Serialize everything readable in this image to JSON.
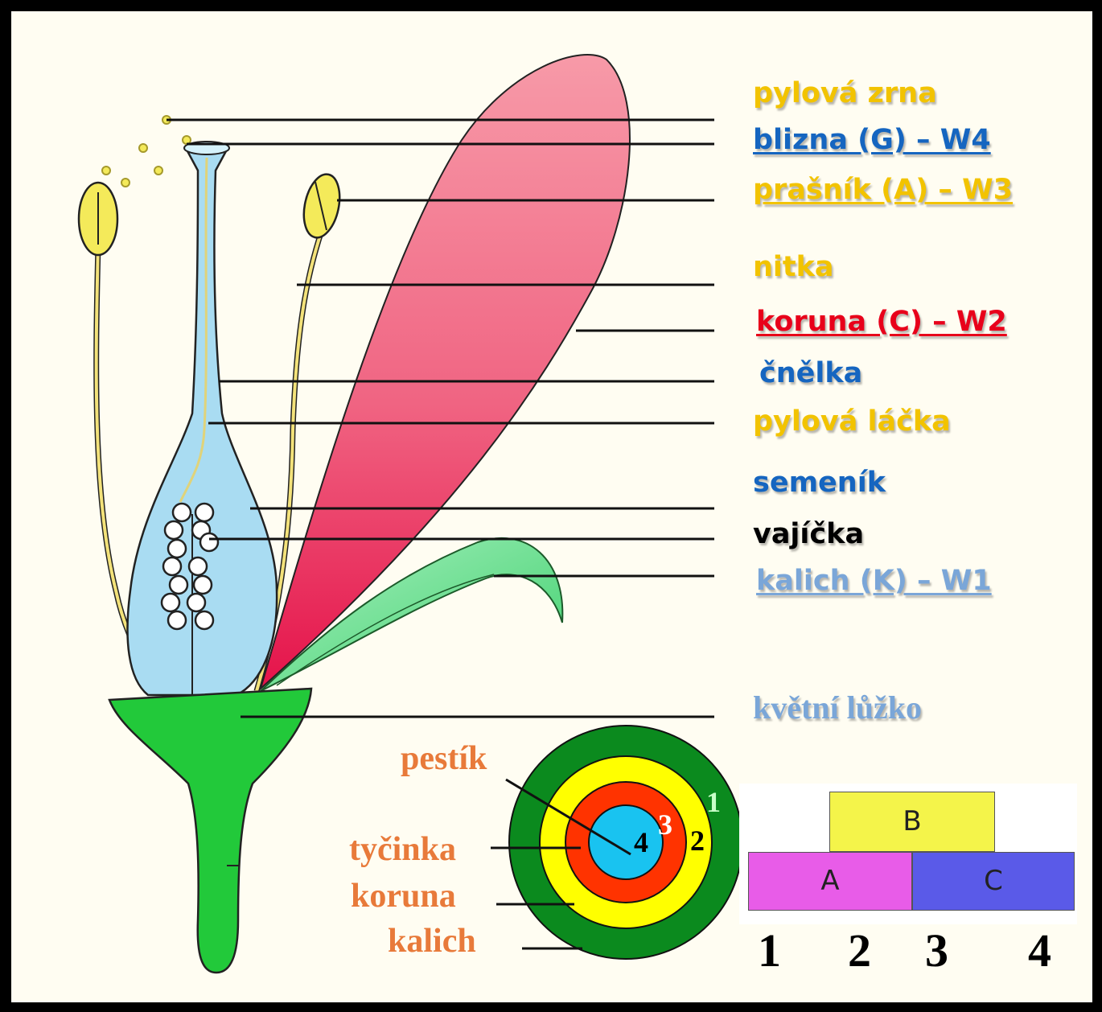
{
  "labels": {
    "pollen": "pylová zrna",
    "stigma": "blizna (G) – W4",
    "anther": "prašník (A) – W3",
    "filament": "nitka",
    "corolla": "koruna (C) – W2",
    "style": "čnělka",
    "pollen_tube": "pylová láčka",
    "ovary": "semeník",
    "ovules": "vajíčka",
    "calyx": "kalich (K) – W1",
    "receptacle": "květní lůžko"
  },
  "whorls": {
    "pistil": "pestík",
    "stamen": "tyčinka",
    "corolla": "koruna",
    "calyx": "kalich",
    "ring_numbers": [
      "1",
      "2",
      "3",
      "4"
    ]
  },
  "abc_model": {
    "A": "A",
    "B": "B",
    "C": "C",
    "whorl_numbers": [
      "1",
      "2",
      "3",
      "4"
    ]
  },
  "colors": {
    "pollen_anther": "#f2c300",
    "stigma_style_ovary": "#1565c0",
    "corolla": "#e8001a",
    "calyx_receptacle": "#7aa6d8",
    "whorl_labels": "#e87a3a",
    "ring_calyx": "#0b8a1e",
    "ring_corolla": "#ffff00",
    "ring_stamen": "#ff3300",
    "ring_pistil": "#19c3f0",
    "box_A": "#e85ce8",
    "box_B": "#f4f44a",
    "box_C": "#5a5ae8"
  }
}
